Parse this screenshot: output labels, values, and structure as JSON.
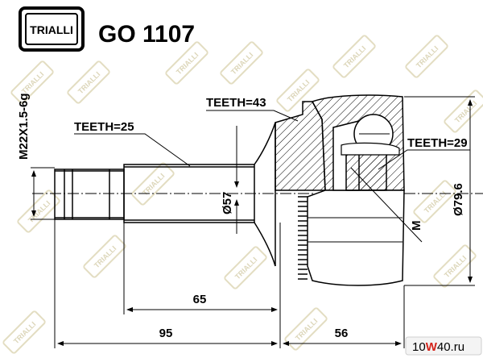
{
  "brand": {
    "logo_text": "TRIALLI",
    "watermark_text": "TRIALLI"
  },
  "part_number": "GO 1107",
  "labels": {
    "teeth_shaft": "TEETH=25",
    "teeth_ring": "TEETH=43",
    "teeth_inner": "TEETH=29",
    "thread": "M22X1.5-6g",
    "shaft_diameter": "Ø57",
    "outer_diameter": "Ø79.6",
    "marker": "M"
  },
  "dimensions": {
    "shaft_length": "65",
    "total_length": "95",
    "bell_length": "56"
  },
  "site_badge": {
    "prefix": "10",
    "highlight": "W",
    "mid": "40",
    "suffix": ".ru"
  }
}
